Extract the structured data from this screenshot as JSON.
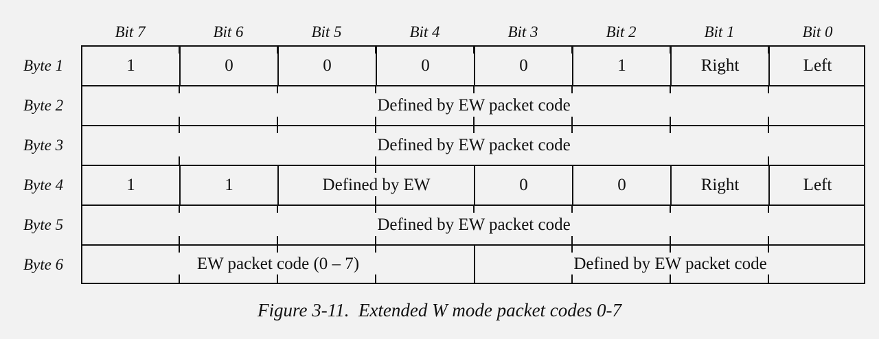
{
  "columns": [
    "Bit 7",
    "Bit 6",
    "Bit 5",
    "Bit 4",
    "Bit 3",
    "Bit 2",
    "Bit 1",
    "Bit 0"
  ],
  "rows": [
    "Byte 1",
    "Byte 2",
    "Byte 3",
    "Byte 4",
    "Byte 5",
    "Byte 6"
  ],
  "cells": {
    "byte1": [
      "1",
      "0",
      "0",
      "0",
      "0",
      "1",
      "Right",
      "Left"
    ],
    "byte2": "Defined by EW packet code",
    "byte3": "Defined by EW packet code",
    "byte4": [
      "1",
      "1",
      "Defined by EW",
      "0",
      "0",
      "Right",
      "Left"
    ],
    "byte5": "Defined by EW packet code",
    "byte6": [
      "EW packet code (0 – 7)",
      "Defined by EW packet code"
    ]
  },
  "caption": "Figure 3-11.  Extended W mode packet codes 0-7"
}
